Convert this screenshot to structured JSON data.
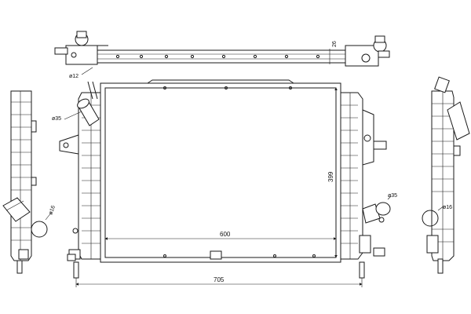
{
  "dimensions": {
    "overall_width": "705",
    "core_width": "600",
    "core_height": "399",
    "top_tank_thickness": "26",
    "outlet_upper_diameter": "ø35",
    "outlet_lower_diameter": "ø35",
    "pipe_small_diameter": "ø12",
    "side_left_port": "ø16",
    "side_right_port": "ø16"
  }
}
